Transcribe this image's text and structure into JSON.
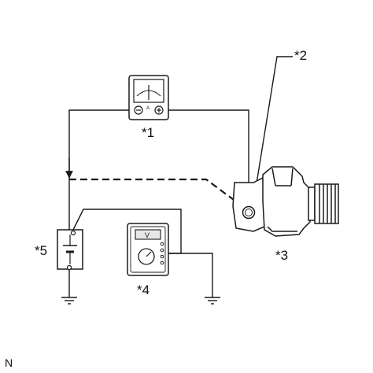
{
  "labels": {
    "ammeter": "*1",
    "terminal": "*2",
    "generator": "*3",
    "multimeter": "*4",
    "battery": "*5"
  },
  "meter_letters": {
    "ammeter_scale": "A",
    "multimeter_display": "V"
  },
  "corner_mark": "N",
  "colors": {
    "line": "#1a1a1a",
    "device_fill": "#ffffff",
    "display_fill": "#e8e8e8"
  }
}
